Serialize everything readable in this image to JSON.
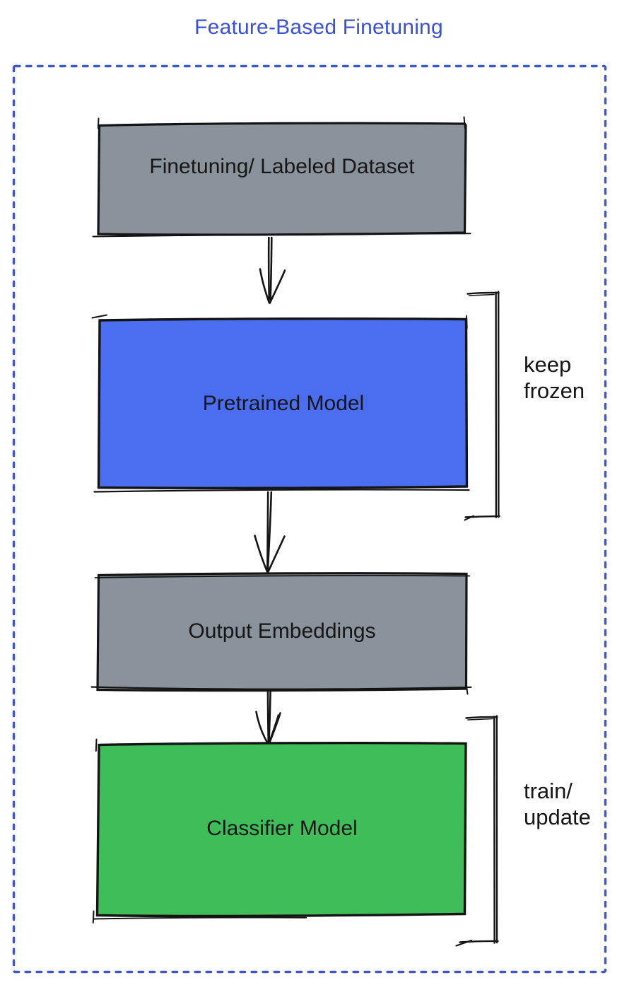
{
  "diagram": {
    "title": "Feature-Based Finetuning",
    "type": "flowchart",
    "nodes": [
      {
        "id": "dataset",
        "label": "Finetuning/ Labeled Dataset",
        "fill_key": "gray"
      },
      {
        "id": "pretrained-model",
        "label": "Pretrained Model",
        "fill_key": "blue"
      },
      {
        "id": "output-embeddings",
        "label": "Output Embeddings",
        "fill_key": "gray"
      },
      {
        "id": "classifier-model",
        "label": "Classifier Model",
        "fill_key": "green"
      }
    ],
    "edges": [
      {
        "from": "dataset",
        "to": "pretrained-model"
      },
      {
        "from": "pretrained-model",
        "to": "output-embeddings"
      },
      {
        "from": "output-embeddings",
        "to": "classifier-model"
      }
    ],
    "annotations": [
      {
        "target": "pretrained-model",
        "lines": [
          "keep",
          "frozen"
        ]
      },
      {
        "target": "classifier-model",
        "lines": [
          "train/",
          "update"
        ]
      }
    ]
  },
  "colors": {
    "title_text": "#3a50d8",
    "dotted_border": "#3e56c7",
    "box_gray": "#8a939c",
    "box_blue": "#4b6ef0",
    "box_green": "#3ebd59",
    "ink": "#141414",
    "label_text": "#161616"
  }
}
